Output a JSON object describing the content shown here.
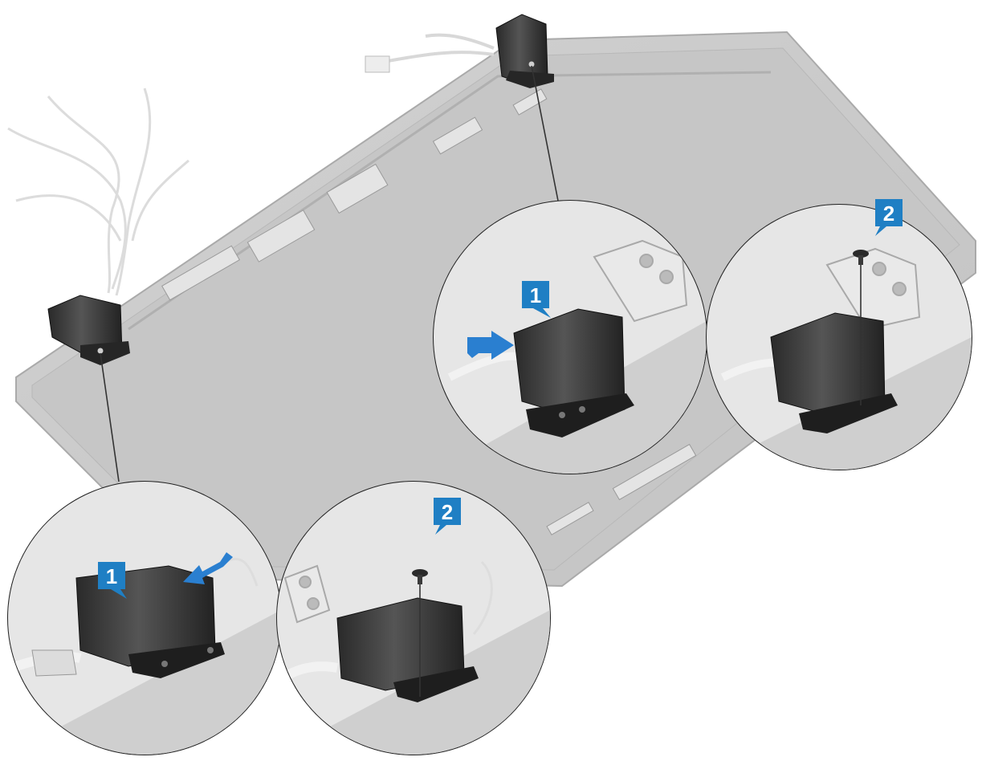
{
  "figure": {
    "colors": {
      "background": "#ffffff",
      "panel": "#c9c9c9",
      "panel_edge": "#b3b3b3",
      "panel_inner": "#bdbdbd",
      "hinge": "#3a3a3a",
      "hinge_dark": "#1f1f1f",
      "callout": "#1f7fc4",
      "arrow": "#2a7fd0",
      "leader": "#333333",
      "cable": "#e6e6e6"
    },
    "callouts": [
      {
        "label": "1"
      },
      {
        "label": "2"
      },
      {
        "label": "1"
      },
      {
        "label": "2"
      }
    ],
    "icons": [
      "hinge-cap-icon",
      "screw-icon",
      "direction-arrow-icon",
      "antenna-cable-icon"
    ]
  }
}
